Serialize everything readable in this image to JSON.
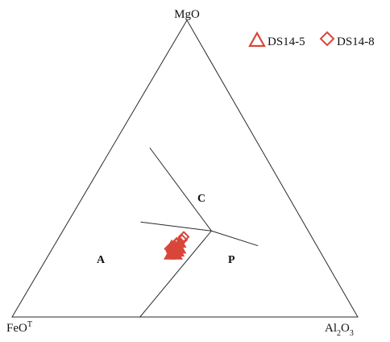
{
  "chart_data": {
    "type": "ternary",
    "vertices": {
      "top": {
        "label": "MgO"
      },
      "left": {
        "label": "FeO",
        "sup": "T"
      },
      "right": {
        "label": "Al",
        "sub1": "2",
        "mid": "O",
        "sub2": "3"
      }
    },
    "fields": [
      {
        "id": "A",
        "label": "A"
      },
      {
        "id": "C",
        "label": "C"
      },
      {
        "id": "P",
        "label": "P"
      }
    ],
    "boundaries": [
      {
        "name": "A-C",
        "points": [
          [
            0.57,
            0.32,
            0.11
          ],
          [
            0.29,
            0.28,
            0.43
          ]
        ]
      },
      {
        "name": "A-P",
        "points": [
          [
            0.32,
            0.47,
            0.21
          ],
          [
            0.29,
            0.28,
            0.43
          ]
        ]
      },
      {
        "name": "C-P",
        "points": [
          [
            0.29,
            0.28,
            0.43
          ],
          [
            0.24,
            0.17,
            0.59
          ]
        ]
      },
      {
        "name": "A-base",
        "points": [
          [
            0.29,
            0.28,
            0.43
          ],
          [
            0.0,
            0.63,
            0.37
          ]
        ]
      }
    ],
    "series": [
      {
        "name": "DS14-5",
        "marker": "triangle",
        "color": "#d8473a",
        "points": [
          [
            0.21,
            0.44,
            0.35
          ],
          [
            0.22,
            0.43,
            0.35
          ],
          [
            0.23,
            0.42,
            0.35
          ],
          [
            0.24,
            0.41,
            0.35
          ],
          [
            0.22,
            0.41,
            0.37
          ],
          [
            0.23,
            0.4,
            0.37
          ],
          [
            0.25,
            0.39,
            0.36
          ],
          [
            0.24,
            0.42,
            0.34
          ],
          [
            0.21,
            0.42,
            0.37
          ]
        ]
      },
      {
        "name": "DS14-8",
        "marker": "diamond",
        "color": "#d8473a",
        "points": [
          [
            0.26,
            0.38,
            0.36
          ],
          [
            0.25,
            0.4,
            0.35
          ],
          [
            0.24,
            0.4,
            0.36
          ],
          [
            0.27,
            0.37,
            0.36
          ],
          [
            0.23,
            0.43,
            0.34
          ],
          [
            0.22,
            0.43,
            0.35
          ]
        ]
      }
    ],
    "legend": {
      "position": "top-right"
    },
    "grid": false
  }
}
